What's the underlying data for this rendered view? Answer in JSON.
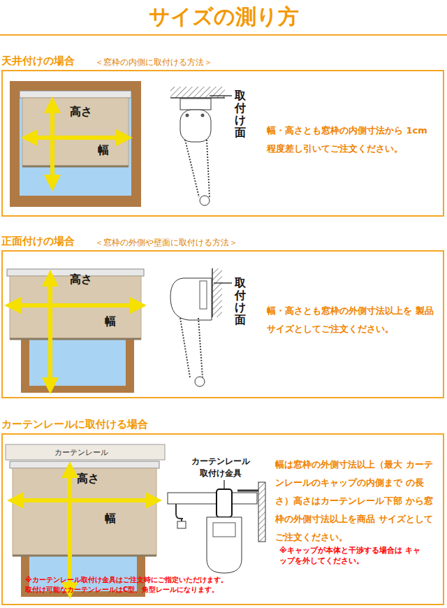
{
  "diagram": {
    "title": "サイズの測り方",
    "nodes": [
      {
        "text": [
          "天井付けの場合",
          "＜窓枠の内側に取付ける方法＞",
          "幅・高さとも窓枠の内側寸法から 1cm程度差し引いてご注文ください。"
        ]
      },
      {
        "text": [
          "正面付けの場合",
          "＜窓枠の外側や壁面に取付ける方法＞",
          "幅・高さとも窓枠の外側寸法以上を 製品サイズとしてご注文ください。"
        ]
      },
      {
        "text": [
          "カーテンレールに取付ける場合",
          "幅は窓枠の外側寸法以上（最大 カーテンレールのキャップの内側まで の長さ）高さはカーテンレール下部 から窓枠の外側寸法以上を商品 サイズとしてご注文ください。"
        ]
      }
    ],
    "labels": [
      "高さ",
      "幅",
      "取付け面",
      "高さ",
      "幅",
      "取付け面",
      "カーテンレール",
      "高さ",
      "幅",
      "カーテンレール 取付け金具",
      "※キャップが本体と干渉する場合は キャップを外してください。",
      "※カーテンレール取付け金具はご注文時にご指定いただけます。 取付け可能なカーテンレールはC型、角型レールになります。"
    ]
  }
}
